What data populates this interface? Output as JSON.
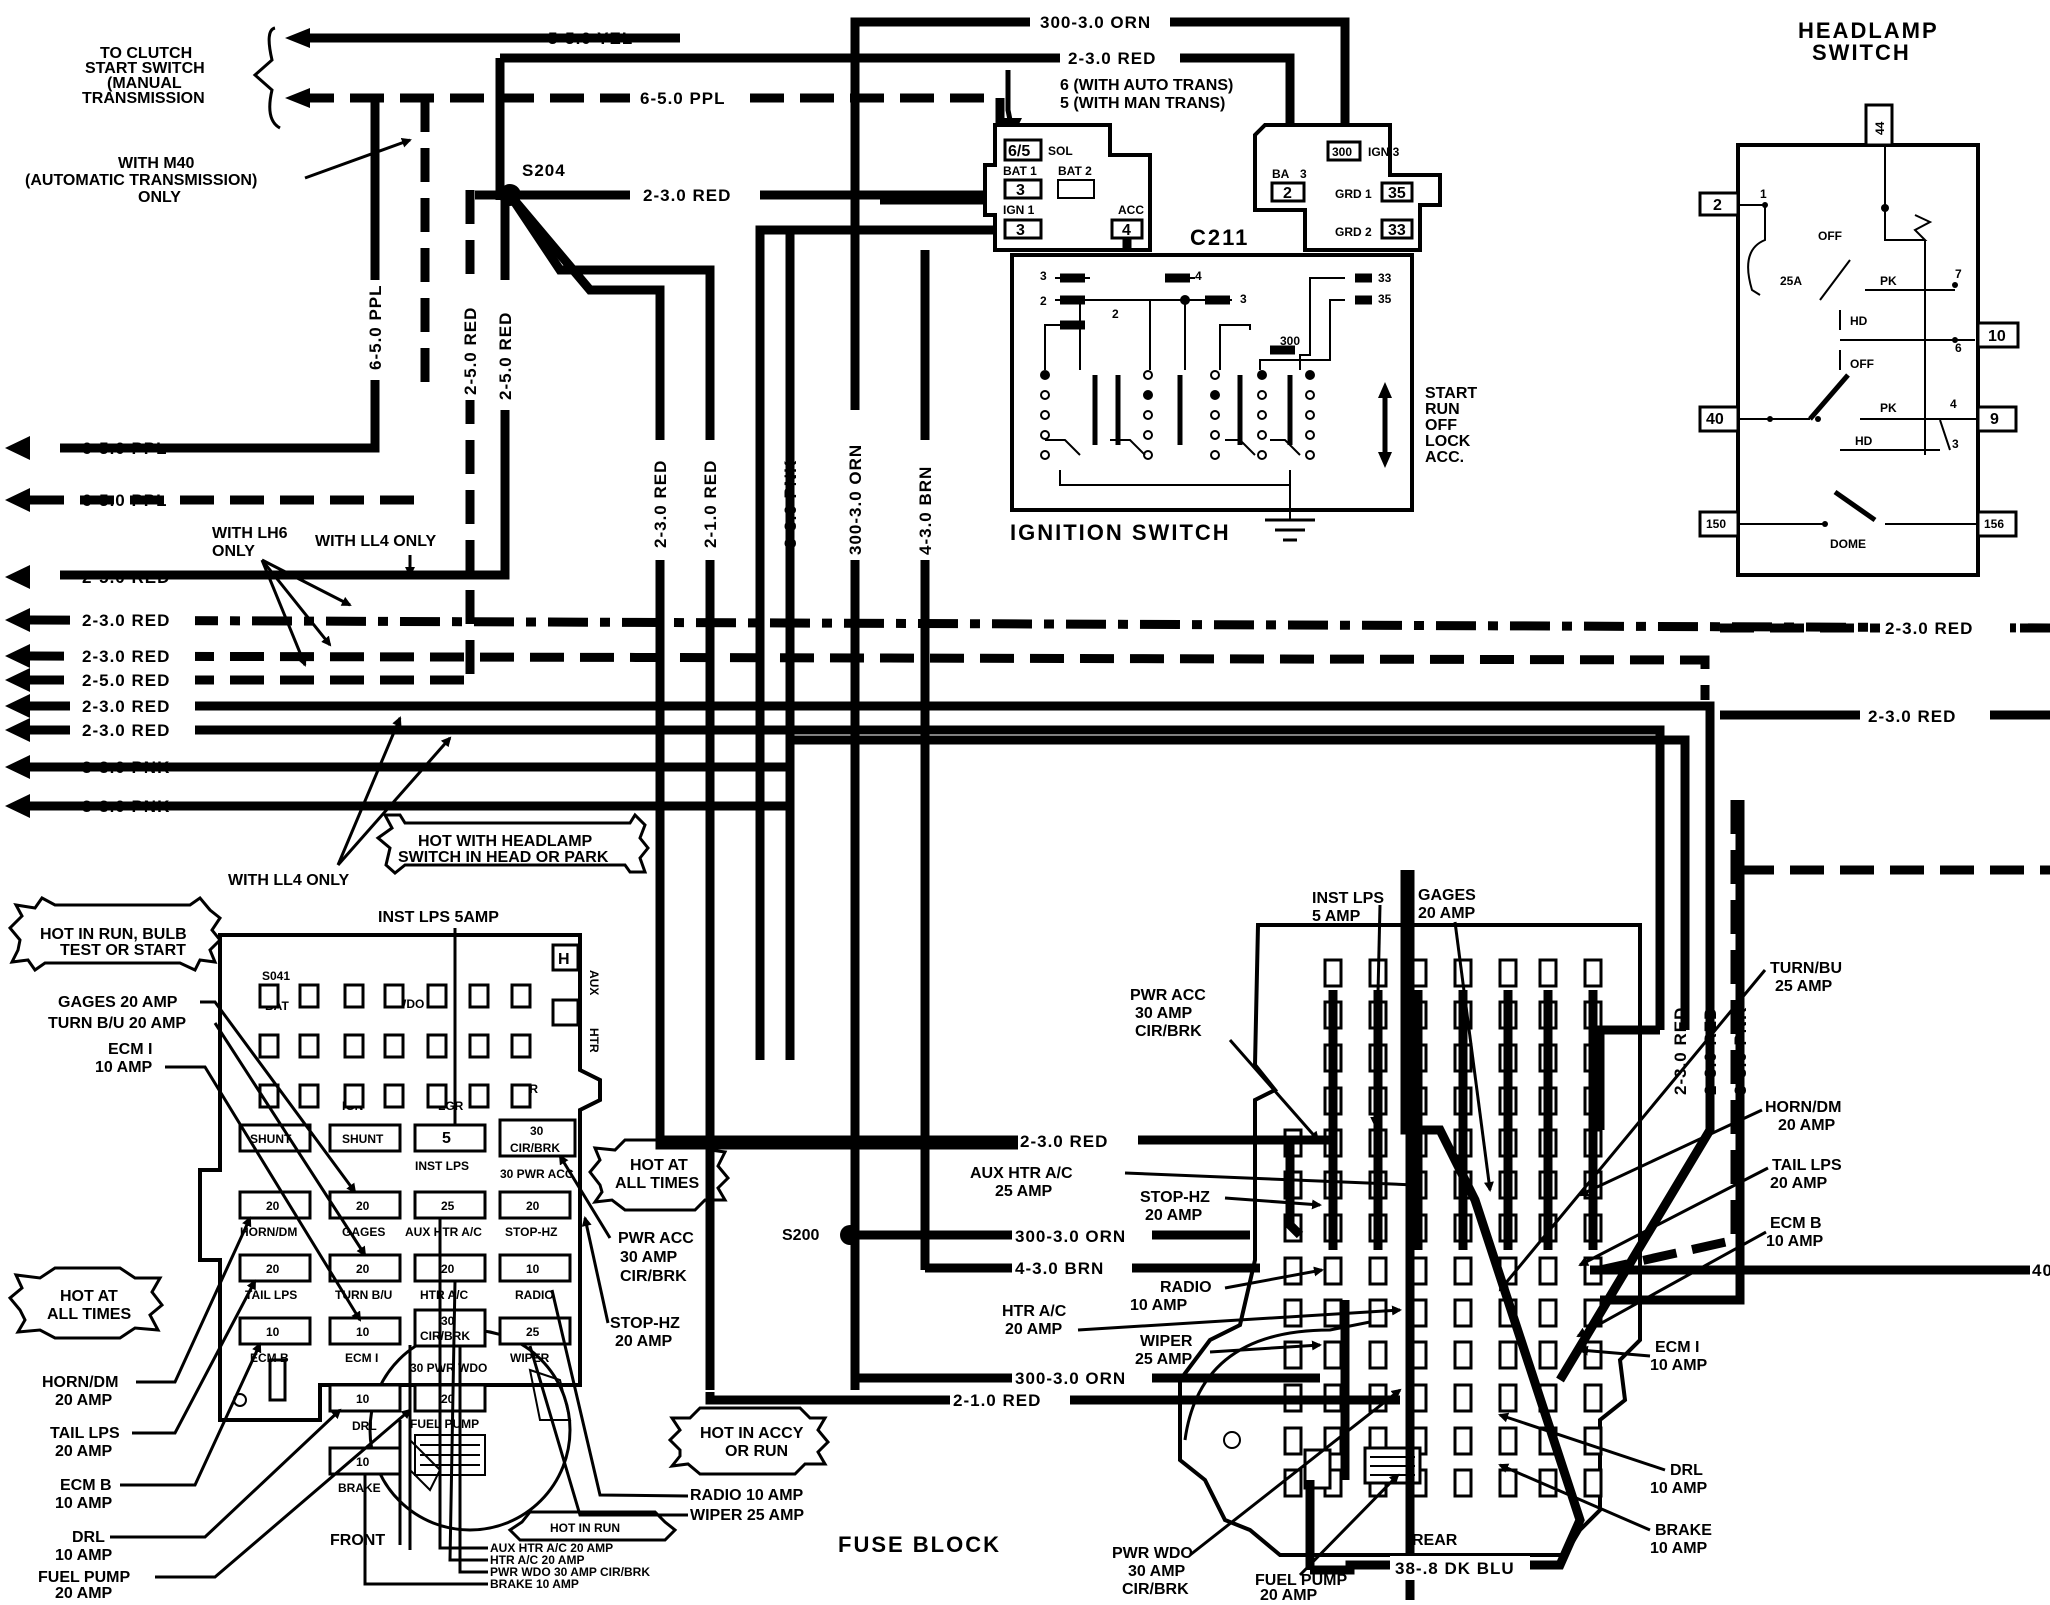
{
  "title": {
    "fuse_block": "FUSE BLOCK",
    "headlamp_switch_1": "HEADLAMP",
    "headlamp_switch_2": "SWITCH",
    "ignition_switch": "IGNITION SWITCH"
  },
  "splices": {
    "s204": "S204",
    "s200": "S200",
    "c211": "C211"
  },
  "top_notes": {
    "clutch_1": "TO CLUTCH",
    "clutch_2": "START SWITCH",
    "clutch_3": "(MANUAL",
    "clutch_4": "TRANSMISSION",
    "m40_1": "WITH M40",
    "m40_2": "(AUTOMATIC TRANSMISSION)",
    "m40_3": "ONLY",
    "trans_1": "6 (WITH AUTO TRANS)",
    "trans_2": "5 (WITH MAN TRANS)"
  },
  "wires": {
    "yel": "5-5.0 YEL",
    "orn_top": "300-3.0 ORN",
    "red_top": "2-3.0 RED",
    "ppl_top": "6-5.0 PPL",
    "red_s204": "2-3.0 RED",
    "ppl_v": "6-5.0 PPL",
    "red_v1": "2-5.0 RED",
    "red_v2": "2-5.0 RED",
    "red_v3": "2-3.0 RED",
    "red_v4": "2-1.0 RED",
    "pnk_v": "3-3.0 PNK",
    "orn_v": "300-3.0 ORN",
    "brn_v": "4-3.0 BRN",
    "left": [
      "6-5.0 PPL",
      "6-5.0 PPL",
      "2-5.0 RED",
      "2-3.0 RED",
      "2-3.0 RED",
      "2-5.0 RED",
      "2-3.0 RED",
      "2-3.0 RED",
      "3-3.0 PNK",
      "3-3.0 PNK"
    ],
    "right_red_1": "2-3.0 RED",
    "right_red_2": "2-3.0 RED",
    "fb_red": "2-3.0 RED",
    "fb_orn": "300-3.0 ORN",
    "fb_brn": "4-3.0 BRN",
    "fb_orn2": "300-3.0 ORN",
    "fb_red2": "2-1.0 RED",
    "rv_red1": "2-3.0 RED",
    "rv_red2": "2-3.0 RED",
    "rv_pnk": "3-3.0 PNK",
    "dk_blu": "38-.8 DK BLU",
    "right_40": "40"
  },
  "left_notes": {
    "lh6_1": "WITH LH6",
    "lh6_2": "ONLY",
    "ll4_1": "WITH LL4 ONLY",
    "ll4_2": "WITH LL4 ONLY"
  },
  "bubbles": {
    "hot_head_1": "HOT WITH HEADLAMP",
    "hot_head_2": "SWITCH IN HEAD OR PARK",
    "hot_run_1": "HOT IN RUN, BULB",
    "hot_run_2": "TEST OR START",
    "hot_all_1": "HOT AT",
    "hot_all_2": "ALL TIMES",
    "hot_all_b1": "HOT AT",
    "hot_all_b2": "ALL TIMES",
    "hot_accy_1": "HOT IN ACCY",
    "hot_accy_2": "OR RUN",
    "hot_run_b": "HOT IN RUN"
  },
  "ign_switch": {
    "bat1": "BAT 1",
    "bat2": "BAT 2",
    "ign1": "IGN 1",
    "acc": "ACC",
    "sol": "SOL",
    "six_five": "6/5",
    "p3a": "3",
    "p3b": "3",
    "p4": "4",
    "ign3": "IGN 3",
    "b300": "300",
    "ba": "BA",
    "b3": "3",
    "b2": "2",
    "grd1": "GRD 1",
    "grd2": "GRD 2",
    "p35": "35",
    "p33": "33",
    "pos_start": "START",
    "pos_run": "RUN",
    "pos_off": "OFF",
    "pos_lock": "LOCK",
    "pos_acc": "ACC.",
    "t3": "3",
    "t2": "2",
    "t2b": "2",
    "t4": "4",
    "t3b": "3",
    "t33": "33",
    "t35": "35",
    "t300": "300"
  },
  "headlamp": {
    "p44": "44",
    "p2": "2",
    "p1": "1",
    "off": "OFF",
    "a25": "25A",
    "pk": "PK",
    "p7": "7",
    "hd": "HD",
    "p6": "6",
    "p10": "10",
    "off2": "OFF",
    "p40": "40",
    "pk2": "PK",
    "p4": "4",
    "p9": "9",
    "hd2": "HD",
    "p3": "3",
    "p150": "150",
    "p156": "156",
    "dome": "DOME"
  },
  "small_fb": {
    "bat": "BAT",
    "s041": "S041",
    "wdo": "WDO",
    "ign": "IGN",
    "lgr": "LGR",
    "pwr": "PWR",
    "shunt1": "SHUNT",
    "shunt2": "SHUNT",
    "five": "5",
    "thirty": "30",
    "cir_brk": "CIR/BRK",
    "inst_lps": "INST LPS",
    "pwr_acc": "30 PWR ACC",
    "r2": [
      "20",
      "20",
      "25",
      "20"
    ],
    "r2l": [
      "HORN/DM",
      "GAGES",
      "AUX HTR A/C",
      "STOP-HZ"
    ],
    "r3": [
      "20",
      "20",
      "20",
      "10"
    ],
    "r3l": [
      "TAIL LPS",
      "TURN B/U",
      "HTR A/C",
      "RADIO"
    ],
    "r4": [
      "10",
      "10",
      "30",
      "25"
    ],
    "r4l": [
      "ECM B",
      "ECM I",
      "CIR/BRK",
      "WIPER"
    ],
    "r5": [
      "10",
      "20"
    ],
    "r5l": [
      "DRL",
      "FUEL PUMP"
    ],
    "pwr_wdo": "30 PWR WDO",
    "r6": "10",
    "r6l": "BRAKE",
    "front": "FRONT",
    "aux": "AUX",
    "htr": "HTR",
    "h": "H"
  },
  "left_labels": {
    "inst_lps": "INST LPS 5AMP",
    "gages": "GAGES 20 AMP",
    "turn": "TURN B/U 20 AMP",
    "ecmi_1": "ECM I",
    "ecmi_2": "10 AMP",
    "horn_1": "HORN/DM",
    "horn_2": "20 AMP",
    "tail_1": "TAIL LPS",
    "tail_2": "20 AMP",
    "ecmb_1": "ECM B",
    "ecmb_2": "10 AMP",
    "drl_1": "DRL",
    "drl_2": "10 AMP",
    "fuel_1": "FUEL PUMP",
    "fuel_2": "20 AMP",
    "pwr_acc_1": "PWR ACC",
    "pwr_acc_2": "30 AMP",
    "pwr_acc_3": "CIR/BRK",
    "stop_1": "STOP-HZ",
    "stop_2": "20 AMP",
    "radio": "RADIO 10 AMP",
    "wiper": "WIPER 25 AMP",
    "bottom": [
      "AUX HTR A/C 20 AMP",
      "HTR A/C 20 AMP",
      "PWR WDO 30 AMP CIR/BRK",
      "BRAKE 10 AMP"
    ]
  },
  "right_labels": {
    "inst_1": "INST LPS",
    "inst_2": "5 AMP",
    "gages_1": "GAGES",
    "gages_2": "20 AMP",
    "turn_1": "TURN/BU",
    "turn_2": "25 AMP",
    "pwr_acc_1": "PWR ACC",
    "pwr_acc_2": "30 AMP",
    "pwr_acc_3": "CIR/BRK",
    "aux_1": "AUX HTR A/C",
    "aux_2": "25 AMP",
    "stop_1": "STOP-HZ",
    "stop_2": "20 AMP",
    "radio_1": "RADIO",
    "radio_2": "10 AMP",
    "htr_1": "HTR A/C",
    "htr_2": "20 AMP",
    "wiper_1": "WIPER",
    "wiper_2": "25 AMP",
    "horn_1": "HORN/DM",
    "horn_2": "20 AMP",
    "tail_1": "TAIL LPS",
    "tail_2": "20 AMP",
    "ecmb_1": "ECM B",
    "ecmb_2": "10 AMP",
    "ecmi_1": "ECM I",
    "ecmi_2": "10 AMP",
    "drl_1": "DRL",
    "drl_2": "10 AMP",
    "brake_1": "BRAKE",
    "brake_2": "10 AMP",
    "pwr_wdo_1": "PWR WDO",
    "pwr_wdo_2": "30 AMP",
    "pwr_wdo_3": "CIR/BRK",
    "fuel_1": "FUEL PUMP",
    "fuel_2": "20 AMP",
    "rear": "REAR"
  }
}
